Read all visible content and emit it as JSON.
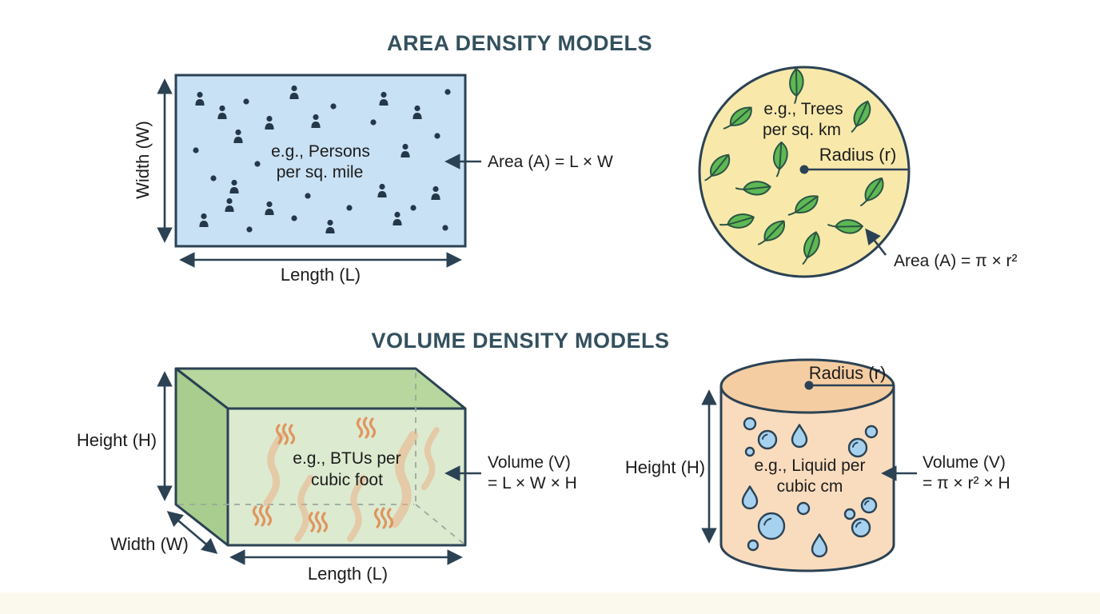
{
  "titles": {
    "area": "AREA DENSITY MODELS",
    "volume": "VOLUME DENSITY MODELS"
  },
  "area_rectangle": {
    "example_line1": "e.g., Persons",
    "example_line2": "per sq. mile",
    "width_label": "Width (W)",
    "length_label": "Length (L)",
    "formula": "Area (A) = L × W"
  },
  "area_circle": {
    "example_line1": "e.g., Trees",
    "example_line2": "per sq. km",
    "radius_label": "Radius (r)",
    "formula": "Area (A) = π × r²"
  },
  "volume_box": {
    "example_line1": "e.g., BTUs per",
    "example_line2": "cubic foot",
    "height_label": "Height (H)",
    "width_label": "Width (W)",
    "length_label": "Length (L)",
    "formula_line1": "Volume (V)",
    "formula_line2": "= L × W × H"
  },
  "volume_cylinder": {
    "example_line1": "e.g., Liquid per",
    "example_line2": "cubic cm",
    "radius_label": "Radius (r)",
    "height_label": "Height (H)",
    "formula_line1": "Volume (V)",
    "formula_line2": "= π × r² × H"
  },
  "icons": {
    "person": "person-icon",
    "dot": "dot-icon",
    "leaf": "leaf-icon",
    "heat": "heat-wave-icon",
    "streak": "flame-streak-icon",
    "bubble": "bubble-icon",
    "drop": "droplet-icon"
  },
  "colors": {
    "background": "#FFFFFF",
    "footer": "#FBF8EE",
    "title": "#33505E",
    "text": "#1C1C1C",
    "outline": "#2B4254",
    "dashed": "#9BA89D",
    "rect_fill": "#C9E1F4",
    "person": "#24384A",
    "circle_fill": "#F8E9AB",
    "leaf_fill": "#5EB854",
    "leaf_stroke": "#2C5544",
    "box_front": "#DCEAD0",
    "box_top": "#B7D79E",
    "box_left": "#A8CD8E",
    "heat": "#E0955E",
    "streak": "#ECAA7E",
    "cyl_top": "#F5CDA2",
    "cyl_body": "#F9DCBE",
    "bubble_fill": "#A7D2EF"
  }
}
